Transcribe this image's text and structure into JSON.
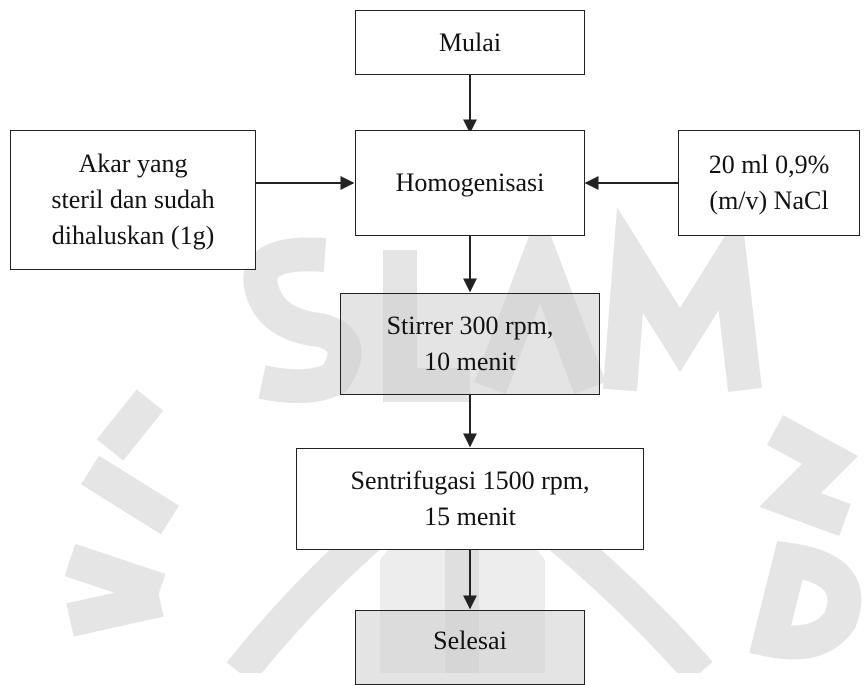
{
  "nodes": {
    "mulai": {
      "label": "Mulai"
    },
    "akar": {
      "lines": [
        "Akar yang",
        "steril dan sudah",
        "dihaluskan (1g)"
      ]
    },
    "homogenisasi": {
      "label": "Homogenisasi"
    },
    "nacl": {
      "lines": [
        "20 ml 0,9%",
        "(m/v) NaCl"
      ]
    },
    "stirrer": {
      "lines": [
        "Stirrer 300 rpm,",
        "10 menit"
      ]
    },
    "sentrifugasi": {
      "lines": [
        "Sentrifugasi 1500 rpm,",
        "15 menit"
      ]
    },
    "selesai": {
      "label": "Selesai"
    }
  },
  "edges": [
    {
      "from": "mulai",
      "to": "homogenisasi"
    },
    {
      "from": "akar",
      "to": "homogenisasi"
    },
    {
      "from": "nacl",
      "to": "homogenisasi"
    },
    {
      "from": "homogenisasi",
      "to": "stirrer"
    },
    {
      "from": "stirrer",
      "to": "sentrifugasi"
    },
    {
      "from": "sentrifugasi",
      "to": "selesai"
    }
  ],
  "colors": {
    "line": "#222222",
    "watermark": "#c8c8c8",
    "shaded_box": "#cdcdcd"
  }
}
